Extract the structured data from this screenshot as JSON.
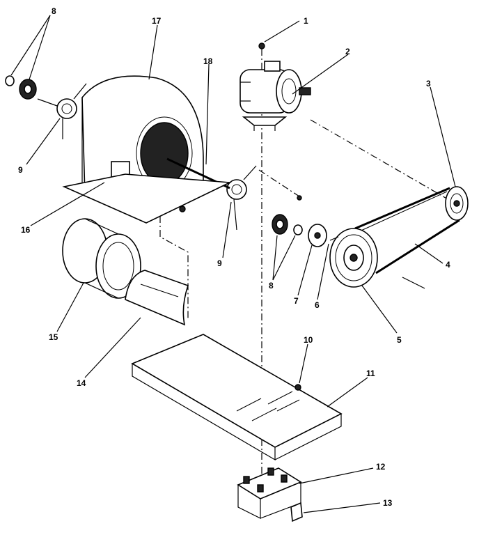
{
  "callouts": [
    {
      "id": "c1",
      "text": "1"
    },
    {
      "id": "c2",
      "text": "2"
    },
    {
      "id": "c3",
      "text": "3"
    },
    {
      "id": "c4",
      "text": "4"
    },
    {
      "id": "c5",
      "text": "5"
    },
    {
      "id": "c6",
      "text": "6"
    },
    {
      "id": "c7",
      "text": "7"
    },
    {
      "id": "c8a",
      "text": "8"
    },
    {
      "id": "c8b",
      "text": "8"
    },
    {
      "id": "c9a",
      "text": "9"
    },
    {
      "id": "c9b",
      "text": "9"
    },
    {
      "id": "c10",
      "text": "10"
    },
    {
      "id": "c11",
      "text": "11"
    },
    {
      "id": "c12",
      "text": "12"
    },
    {
      "id": "c13",
      "text": "13"
    },
    {
      "id": "c14",
      "text": "14"
    },
    {
      "id": "c15",
      "text": "15"
    },
    {
      "id": "c16",
      "text": "16"
    },
    {
      "id": "c17",
      "text": "17"
    },
    {
      "id": "c18",
      "text": "18"
    }
  ]
}
